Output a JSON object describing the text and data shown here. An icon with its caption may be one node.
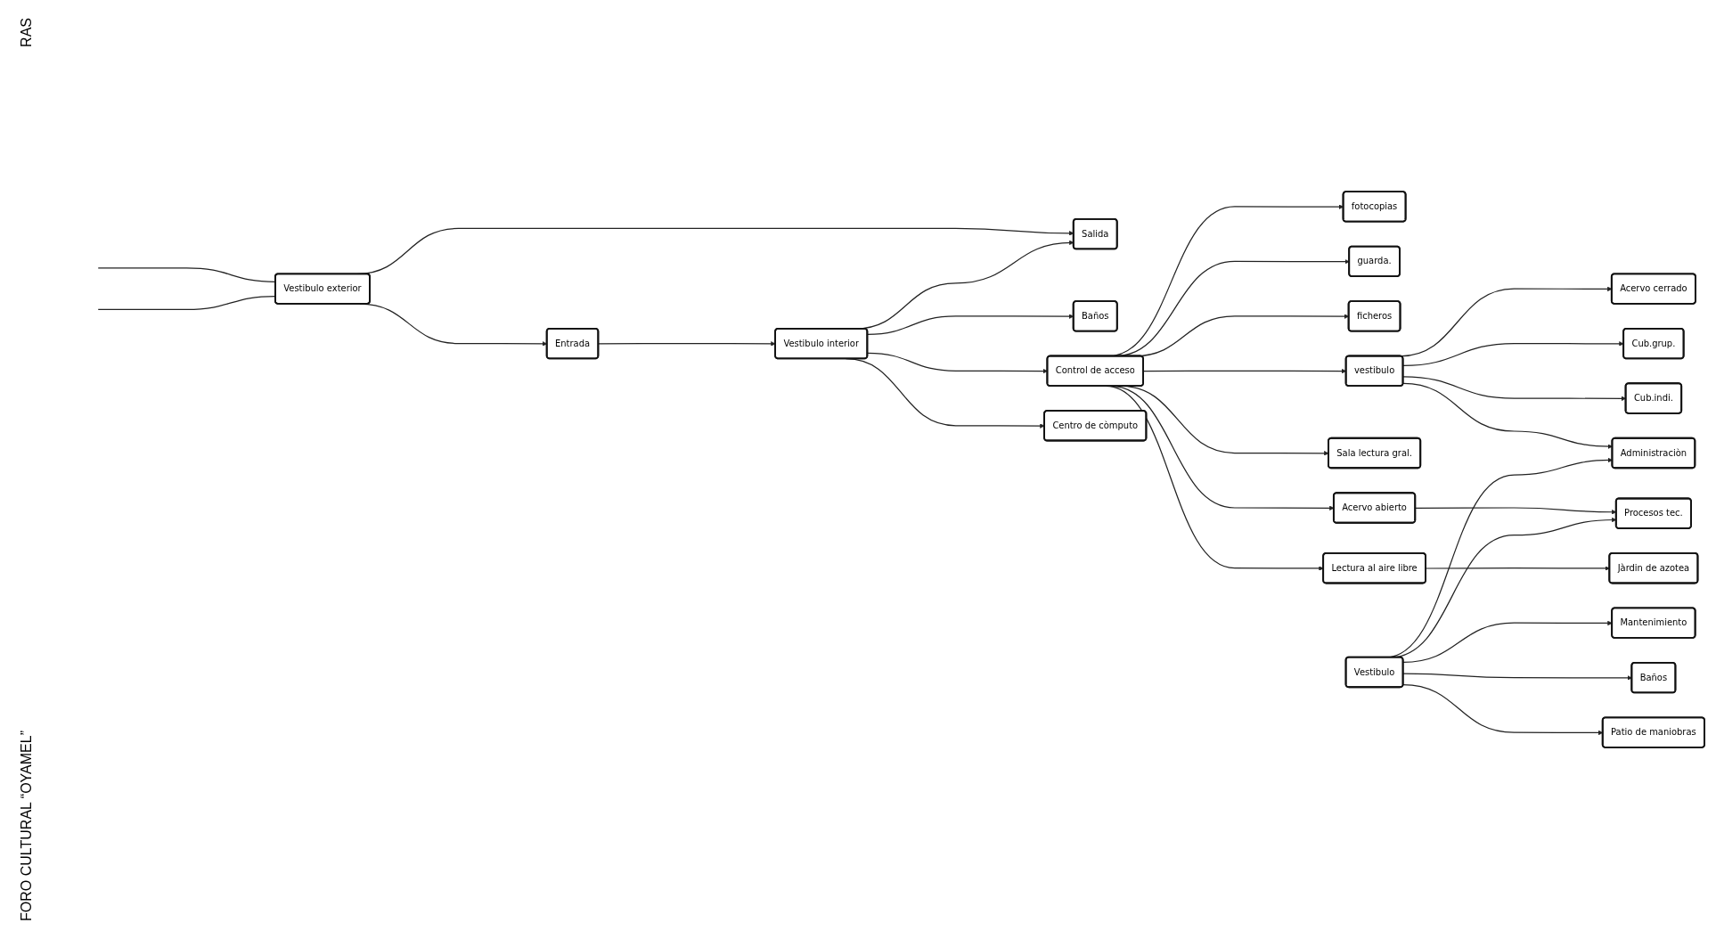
{
  "diagram": {
    "nodes": [
      {
        "text": [
          "Vestibulo exterior"
        ]
      },
      {
        "text": [
          "Salida"
        ]
      },
      {
        "text": [
          "Entrada"
        ]
      },
      {
        "text": [
          "Vestibulo interior"
        ]
      },
      {
        "text": [
          "Baños"
        ]
      },
      {
        "text": [
          "Centro de còmputo"
        ]
      },
      {
        "text": [
          "Control de acceso"
        ]
      },
      {
        "text": [
          "fotocopias"
        ]
      },
      {
        "text": [
          "guarda."
        ]
      },
      {
        "text": [
          "ficheros"
        ]
      },
      {
        "text": [
          "vestibulo"
        ]
      },
      {
        "text": [
          "Acervo cerrado"
        ]
      },
      {
        "text": [
          "Cub.grup."
        ]
      },
      {
        "text": [
          "Cub.indi."
        ]
      },
      {
        "text": [
          "Sala lectura gral."
        ]
      },
      {
        "text": [
          "Acervo abierto"
        ]
      },
      {
        "text": [
          "Lectura al aire libre"
        ]
      },
      {
        "text": [
          "Jàrdin de azotea"
        ]
      },
      {
        "text": [
          "Administraciòn"
        ]
      },
      {
        "text": [
          "Patio de maniobras"
        ]
      },
      {
        "text": [
          "Procesos tec."
        ]
      },
      {
        "text": [
          "Mantenimiento"
        ]
      },
      {
        "text": [
          "Vestibulo"
        ]
      },
      {
        "text": [
          "Baños"
        ]
      }
    ],
    "edges": [
      {
        "from": null,
        "to": 0,
        "arrow": "none"
      },
      {
        "from": null,
        "to": 0,
        "arrow": "none"
      },
      {
        "from": 0,
        "to": 1,
        "arrow": "to"
      },
      {
        "from": 0,
        "to": 2,
        "arrow": "to"
      },
      {
        "from": 3,
        "to": 1,
        "arrow": "to"
      },
      {
        "from": 2,
        "to": 3,
        "arrow": "to"
      },
      {
        "from": 3,
        "to": 4,
        "arrow": "to"
      },
      {
        "from": 3,
        "to": 5,
        "arrow": "to"
      },
      {
        "from": 3,
        "to": 6,
        "arrow": "to"
      },
      {
        "from": 6,
        "to": 7,
        "arrow": "to"
      },
      {
        "from": 6,
        "to": 8,
        "arrow": "to"
      },
      {
        "from": 6,
        "to": 9,
        "arrow": "to"
      },
      {
        "from": 6,
        "to": 10,
        "arrow": "to"
      },
      {
        "from": 6,
        "to": 14,
        "arrow": "to"
      },
      {
        "from": 6,
        "to": 15,
        "arrow": "to"
      },
      {
        "from": 6,
        "to": 16,
        "arrow": "to"
      },
      {
        "from": 10,
        "to": 11,
        "arrow": "to"
      },
      {
        "from": 10,
        "to": 12,
        "arrow": "to"
      },
      {
        "from": 10,
        "to": 13,
        "arrow": "to"
      },
      {
        "from": 10,
        "to": 18,
        "arrow": "to"
      },
      {
        "from": 15,
        "to": 20,
        "arrow": "to"
      },
      {
        "from": 16,
        "to": 17,
        "arrow": "to"
      },
      {
        "from": 22,
        "to": 20,
        "arrow": "to"
      },
      {
        "from": 22,
        "to": 21,
        "arrow": "to"
      },
      {
        "from": 22,
        "to": 23,
        "arrow": "to"
      },
      {
        "from": 22,
        "to": 18,
        "arrow": "to"
      },
      {
        "from": 22,
        "to": 19,
        "arrow": "to"
      }
    ],
    "labels": [
      "RAS",
      "FORO CULTURAL “OYAMEL”"
    ]
  }
}
